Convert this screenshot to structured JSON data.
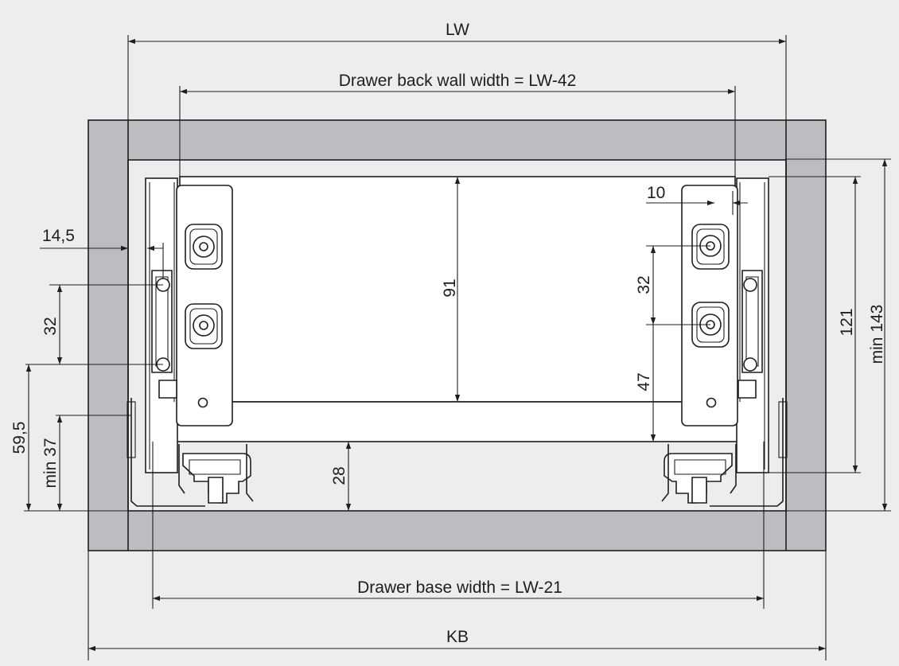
{
  "diagram": {
    "colors": {
      "background": "#ecedef",
      "cabinet_panel": "#bcbdc0",
      "line": "#1e1e1e",
      "drawer_fill": "#ffffff"
    },
    "labels": {
      "lw": "LW",
      "back_wall": "Drawer back wall width = LW-42",
      "base_width": "Drawer base width = LW-21",
      "kb": "KB",
      "dim_14_5": "14,5",
      "dim_10": "10",
      "dim_32_left": "32",
      "dim_32_right": "32",
      "dim_91": "91",
      "dim_47": "47",
      "dim_121": "121",
      "dim_min143": "min 143",
      "dim_59_5": "59,5",
      "dim_min37": "min 37",
      "dim_28": "28"
    }
  }
}
